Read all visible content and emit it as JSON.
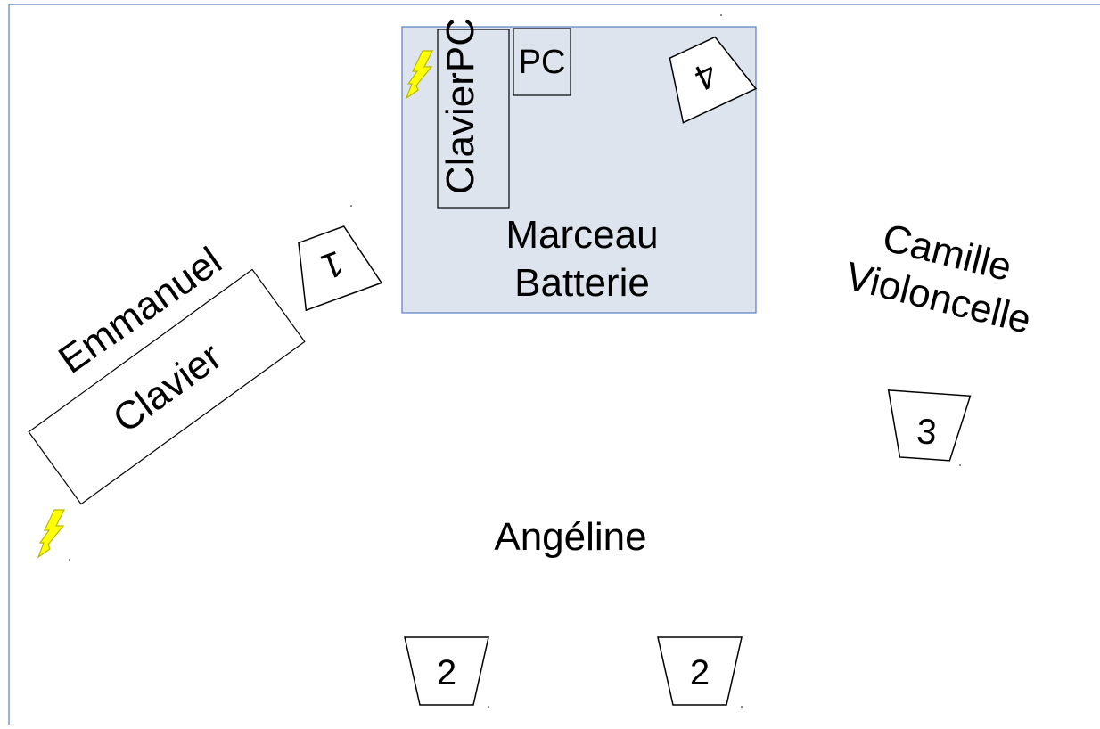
{
  "colors": {
    "stage_fill": "#dde4ee",
    "stage_border": "#5b7fbf",
    "frame_border": "#5b7fbf",
    "lightning_fill": "#ffff00",
    "lightning_stroke": "#b8b800",
    "outline": "#000000"
  },
  "drums": {
    "name": "Marceau",
    "instrument": "Batterie",
    "keyboard_label": "ClavierPC",
    "pc_label": "PC",
    "monitor_number": "4"
  },
  "keys": {
    "name": "Emmanuel",
    "instrument": "Clavier",
    "monitor_number": "1"
  },
  "cello": {
    "name": "Camille",
    "instrument": "Violoncelle",
    "monitor_number": "3"
  },
  "vocals": {
    "name": "Angéline",
    "monitor_left_number": "2",
    "monitor_right_number": "2"
  },
  "icons": {
    "power": "lightning-icon"
  }
}
